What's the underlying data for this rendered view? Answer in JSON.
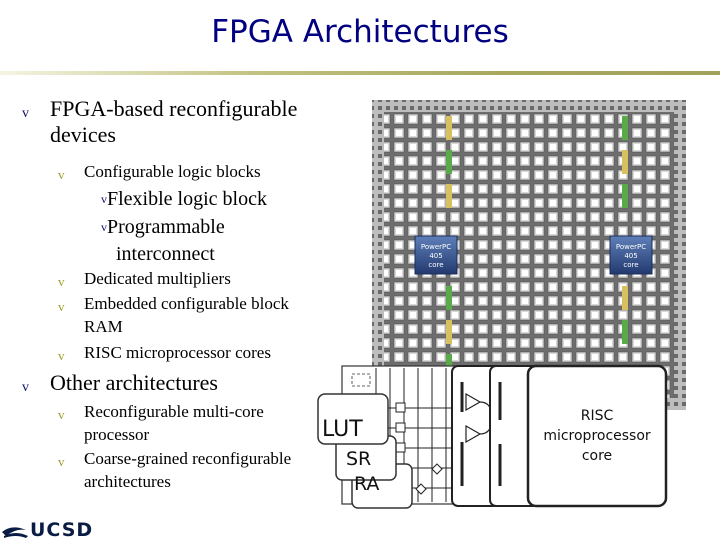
{
  "title": "FPGA Architectures",
  "bullets": {
    "fpga_based": "FPGA-based reconfigurable devices",
    "clb": "Configurable logic blocks",
    "flexible": "Flexible logic block",
    "interconnect": "Programmable interconnect",
    "multipliers": "Dedicated multipliers",
    "bram": "Embedded configurable block RAM",
    "risc_cores": "RISC microprocessor cores",
    "other": "Other architectures",
    "multicore": "Reconfigurable multi-core processor",
    "coarse": "Coarse-grained reconfigurable architectures"
  },
  "markers": {
    "level1": "v",
    "level2": "v",
    "level3": "v"
  },
  "figure": {
    "powerpc_left": [
      "PowerPC",
      "405",
      "core"
    ],
    "powerpc_right": [
      "PowerPC",
      "405",
      "core"
    ],
    "lut": "LUT",
    "sr": "SR",
    "ra": "RA",
    "risc_label": [
      "RISC",
      "microprocessor",
      "core"
    ]
  },
  "logo": "UCSD",
  "colors": {
    "title": "#000080",
    "bullet_marker": "#10106a",
    "sub_marker": "#9c9c28",
    "multiplier": "#5aaa4a",
    "block_ram": "#d8c060"
  }
}
